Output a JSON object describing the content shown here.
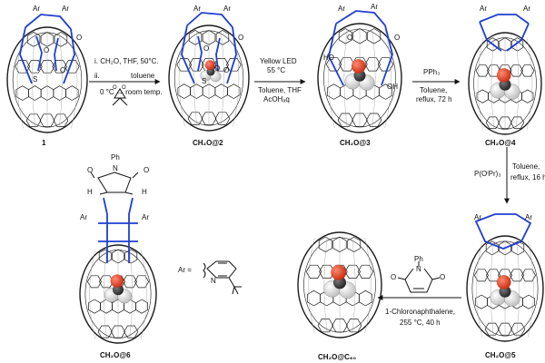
{
  "colors": {
    "cage": "#1a1a1a",
    "opened_rim": "#1f3fd0",
    "oxygen": "#e23b1e",
    "hydrogen": "#d9d9d9",
    "carbon": "#2b2b2b"
  },
  "compounds": {
    "c1": "1",
    "c2": "CH₂O@2",
    "c3": "CH₂O@3",
    "c4": "CH₂O@4",
    "c5": "CH₂O@5",
    "c6": "CH₂O@6",
    "c60": "CH₂O@C₆₀"
  },
  "steps": {
    "s1": [
      "i. CH₂O, THF, 50°C.",
      "ii.",
      "toluene",
      "0 °C → room temp."
    ],
    "s2": [
      "Yellow LED",
      "55 °C",
      "Toluene, THF",
      "AcOHₐq"
    ],
    "s3": [
      "PPh₃",
      "Toluene,",
      "reflux, 72 h"
    ],
    "s4": [
      "P(OⁱPr)₃",
      "Toluene,",
      "reflux, 16 h"
    ],
    "s5": [
      "1-Chloronaphthalene,",
      "255 °C, 40 h"
    ],
    "s6": []
  },
  "atoms": {
    "ar": "Ar",
    "o": "O",
    "s": "S",
    "ho": "HO",
    "oh": "OH",
    "ph": "Ph",
    "n": "N",
    "h": "H"
  },
  "legend": {
    "ar_def": "Ar ="
  }
}
